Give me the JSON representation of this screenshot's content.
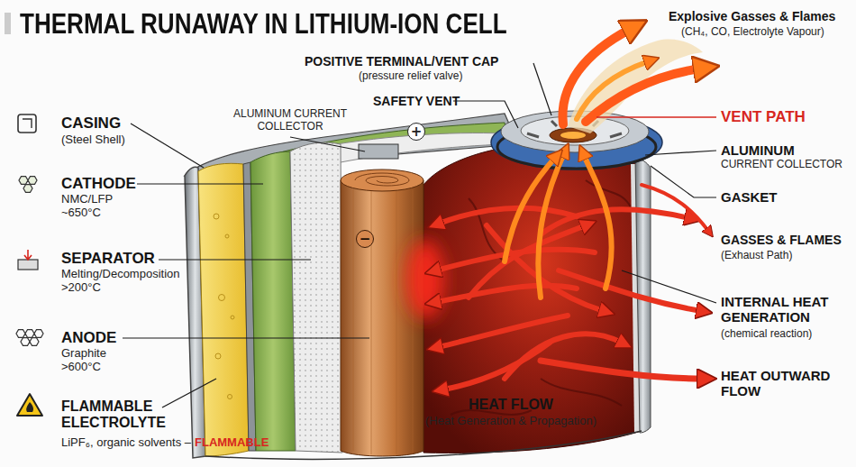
{
  "diagram": {
    "title": "THERMAL RUNAWAY IN LITHIUM-ION CELL",
    "nodes": [
      {
        "text": [
          "+"
        ]
      },
      {
        "text": [
          "−"
        ]
      }
    ],
    "labels": [
      "Explosive Gasses & Flames",
      "(CH₄, CO, Electrolyte Vapour)",
      "POSITIVE TERMINAL/VENT CAP",
      "(pressure relief valve)",
      "SAFETY VENT",
      "ALUMINUM CURRENT COLLECTOR",
      "VENT PATH",
      "ALUMINUM",
      "CURRENT COLLECTOR",
      "GASKET",
      "GASSES & FLAMES",
      "(Exhaust Path)",
      "INTERNAL HEAT GENERATION",
      "(chemical reaction)",
      "HEAT OUTWARD FLOW",
      "CASING",
      "(Steel Shell)",
      "CATHODE",
      "NMC/LFP ~650°C",
      "SEPARATOR",
      "Melting/Decomposition >200°C",
      "ANODE",
      "Graphite >600°C",
      "FLAMMABLE ELECTROLYTE",
      "LiPF₆, organic solvents –",
      "FLAMMABLE",
      "HEAT FLOW",
      "(Heat Generation & Propagation)"
    ]
  }
}
